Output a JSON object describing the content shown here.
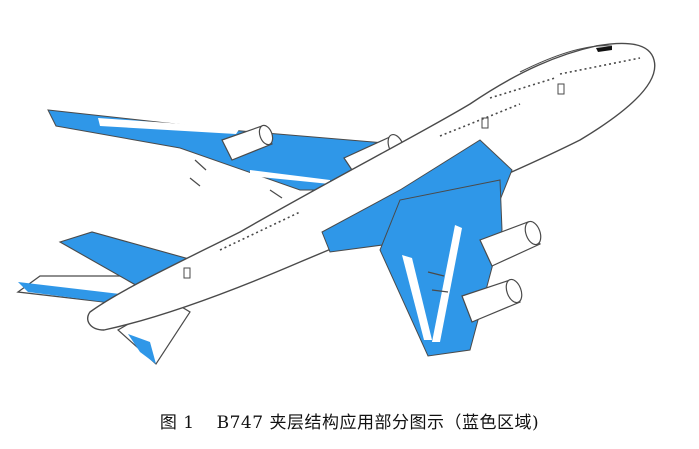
{
  "figure": {
    "caption_label": "图 1",
    "caption_text": "B747 夹层结构应用部分图示（蓝色区域)",
    "colors": {
      "sandwich_blue": "#2f97e8",
      "outline": "#4a4a4a",
      "fuselage_fill": "#ffffff",
      "cockpit_window": "#111111"
    },
    "icon": "airplane-b747-outline"
  }
}
